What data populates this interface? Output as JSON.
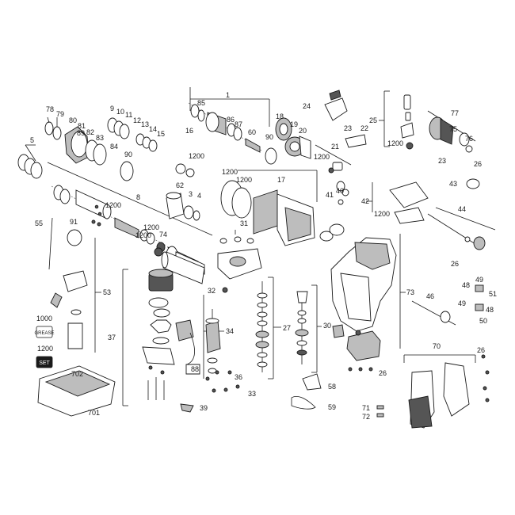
{
  "labels": {
    "l1": "1",
    "l3": "3",
    "l4": "4",
    "l5": "5",
    "l8": "8",
    "l9": "9",
    "l10": "10",
    "l11": "11",
    "l12": "12",
    "l13": "13",
    "l14": "14",
    "l15": "15",
    "l16": "16",
    "l17": "17",
    "l18": "18",
    "l19": "19",
    "l20": "20",
    "l21": "21",
    "l22": "22",
    "l23a": "23",
    "l23b": "23",
    "l24": "24",
    "l25": "25",
    "l26a": "26",
    "l26b": "26",
    "l26c": "26",
    "l26d": "26",
    "l27": "27",
    "l30": "30",
    "l31": "31",
    "l32": "32",
    "l33": "33",
    "l34": "34",
    "l36": "36",
    "l37": "37",
    "l39": "39",
    "l40": "40",
    "l41": "41",
    "l42": "42",
    "l43": "43",
    "l44": "44",
    "l46": "46",
    "l48a": "48",
    "l48b": "48",
    "l49a": "49",
    "l49b": "49",
    "l50": "50",
    "l51": "51",
    "l53": "53",
    "l55": "55",
    "l58": "58",
    "l59": "59",
    "l60": "60",
    "l62": "62",
    "l70": "70",
    "l71": "71",
    "l72": "72",
    "l73": "73",
    "l74": "74",
    "l75": "75",
    "l76": "76",
    "l77": "77",
    "l78": "78",
    "l79": "79",
    "l80": "80",
    "l81": "81",
    "l82": "82",
    "l83": "83",
    "l84": "84",
    "l85": "85",
    "l86": "86",
    "l87": "87",
    "l88": "88",
    "l89": "89",
    "l90a": "90",
    "l90b": "90",
    "l91": "91",
    "l1200a": "1200",
    "l1200b": "1200",
    "l1200c": "1200",
    "l1200d": "1200",
    "l1200e": "1200",
    "l1200f": "1200",
    "l1200g": "1200",
    "l1200h": "1200",
    "l1200i": "1200",
    "l1200j": "1200",
    "l701": "701",
    "l702": "702",
    "l1000": "1000"
  },
  "badges": {
    "grease": "GREASE",
    "set": "SET"
  }
}
